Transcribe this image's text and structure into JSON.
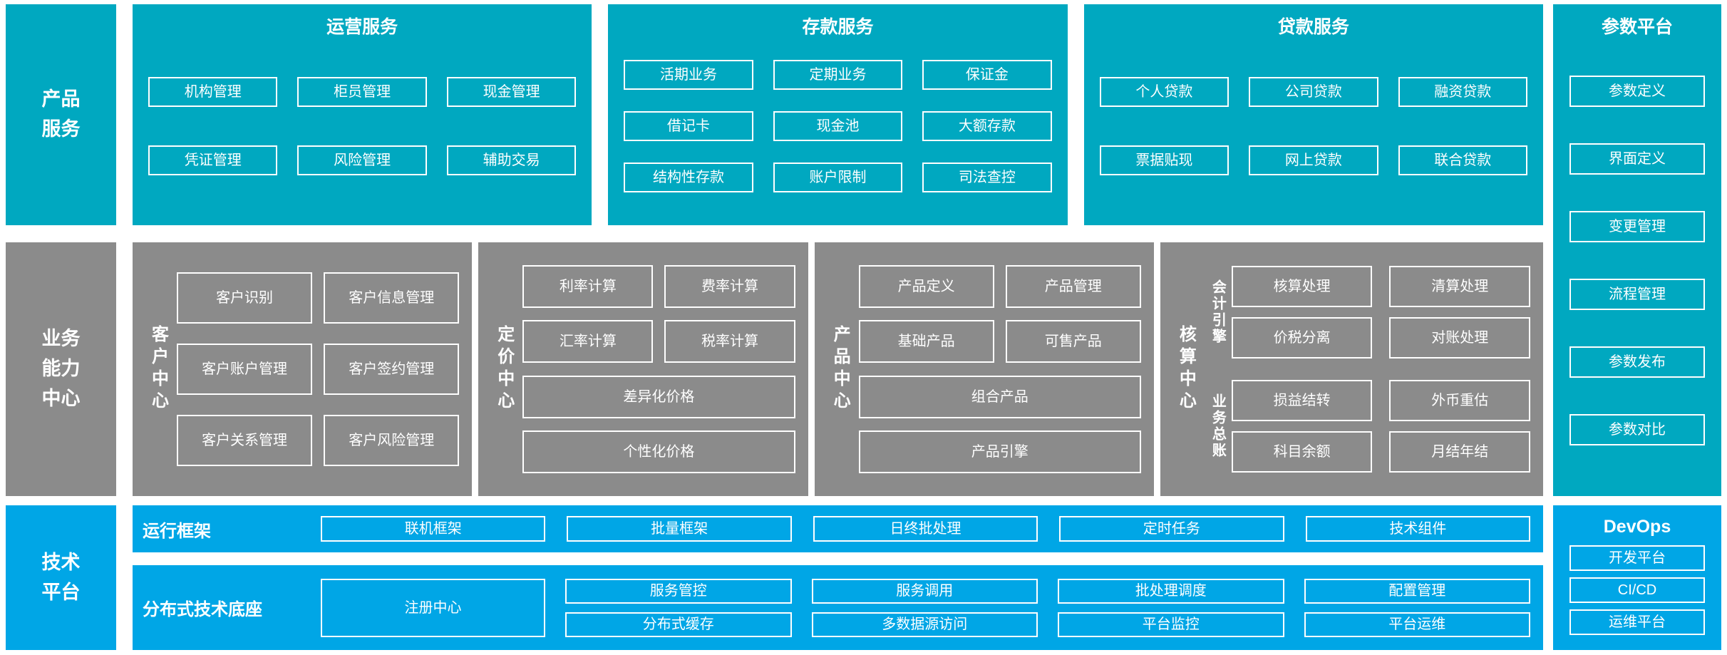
{
  "colors": {
    "teal": "#00a8c0",
    "gray": "#8b8b8b",
    "blue": "#00a6e6",
    "text": "#ffffff"
  },
  "products": {
    "side_label": "产品\n服务",
    "operations": {
      "title": "运营服务",
      "items": [
        "机构管理",
        "柜员管理",
        "现金管理",
        "凭证管理",
        "风险管理",
        "辅助交易"
      ]
    },
    "deposits": {
      "title": "存款服务",
      "items": [
        "活期业务",
        "定期业务",
        "保证金",
        "借记卡",
        "现金池",
        "大额存款",
        "结构性存款",
        "账户限制",
        "司法查控"
      ]
    },
    "loans": {
      "title": "贷款服务",
      "items": [
        "个人贷款",
        "公司贷款",
        "融资贷款",
        "票据贴现",
        "网上贷款",
        "联合贷款"
      ]
    }
  },
  "params": {
    "title": "参数平台",
    "items": [
      "参数定义",
      "界面定义",
      "变更管理",
      "流程管理",
      "参数发布",
      "参数对比"
    ]
  },
  "business": {
    "side_label": "业务\n能力\n中心",
    "customer": {
      "title": "客户中心",
      "items": [
        "客户识别",
        "客户信息管理",
        "客户账户管理",
        "客户签约管理",
        "客户关系管理",
        "客户风险管理"
      ]
    },
    "pricing": {
      "title": "定价中心",
      "grid": [
        "利率计算",
        "费率计算",
        "汇率计算",
        "税率计算"
      ],
      "wide": [
        "差异化价格",
        "个性化价格"
      ]
    },
    "product": {
      "title": "产品中心",
      "grid": [
        "产品定义",
        "产品管理",
        "基础产品",
        "可售产品"
      ],
      "wide": [
        "组合产品",
        "产品引擎"
      ]
    },
    "accounting": {
      "title": "核算中心",
      "engine": {
        "label": "会计引擎",
        "items": [
          "核算处理",
          "清算处理",
          "价税分离",
          "对账处理"
        ]
      },
      "ledger": {
        "label": "业务总账",
        "items": [
          "损益结转",
          "外币重估",
          "科目余额",
          "月结年结"
        ]
      }
    }
  },
  "tech": {
    "side_label": "技术\n平台",
    "runtime": {
      "label": "运行框架",
      "items": [
        "联机框架",
        "批量框架",
        "日终批处理",
        "定时任务",
        "技术组件"
      ]
    },
    "base": {
      "label": "分布式技术底座",
      "registry": "注册中心",
      "row1": [
        "服务管控",
        "服务调用",
        "批处理调度",
        "配置管理"
      ],
      "row2": [
        "分布式缓存",
        "多数据源访问",
        "平台监控",
        "平台运维"
      ]
    },
    "devops": {
      "title": "DevOps",
      "items": [
        "开发平台",
        "CI/CD",
        "运维平台"
      ]
    }
  }
}
